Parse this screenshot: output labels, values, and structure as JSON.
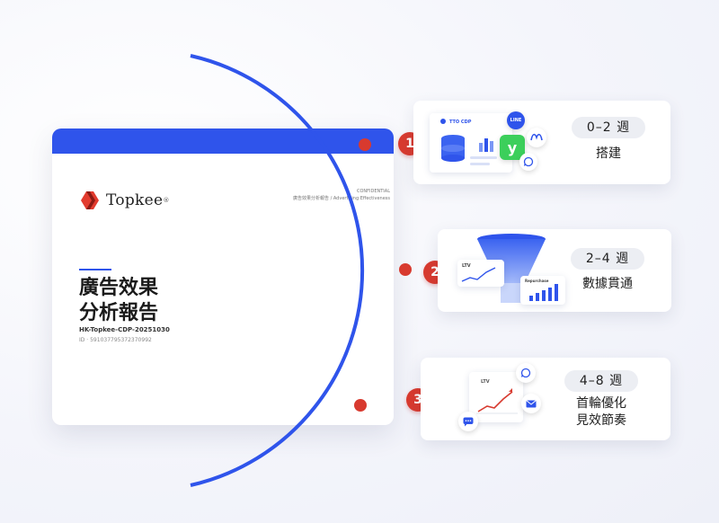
{
  "report": {
    "brand": "Topkee",
    "brand_mark": "®",
    "confidential": "CONFIDENTIAL",
    "subtitle_small": "廣告效果分析報告 / Advertising Effectiveness",
    "title_line1": "廣告效果",
    "title_line2": "分析報告",
    "code": "HK-Topkee-CDP-20251030",
    "id": "ID · 591037795372370992"
  },
  "steps": [
    {
      "number": "1",
      "period": "0–2 週",
      "label": "搭建",
      "illustration": {
        "panel_title": "TTO CDP",
        "badges": [
          "LINE",
          "y",
          "meta-icon",
          "whatsapp-icon"
        ]
      }
    },
    {
      "number": "2",
      "period": "2–4 週",
      "label": "數據貫通",
      "illustration": {
        "chart_label_a": "LTV",
        "chart_label_b": "Repurchase"
      }
    },
    {
      "number": "3",
      "period": "4–8 週",
      "label_line1": "首輪優化",
      "label_line2": "見效節奏",
      "illustration": {
        "chart_label": "LTV",
        "badges": [
          "whatsapp-icon",
          "email-icon",
          "chat-icon"
        ]
      }
    }
  ],
  "colors": {
    "accent_blue": "#2f54eb",
    "step_red": "#d83a2f",
    "line_green": "#3ccf5b"
  }
}
